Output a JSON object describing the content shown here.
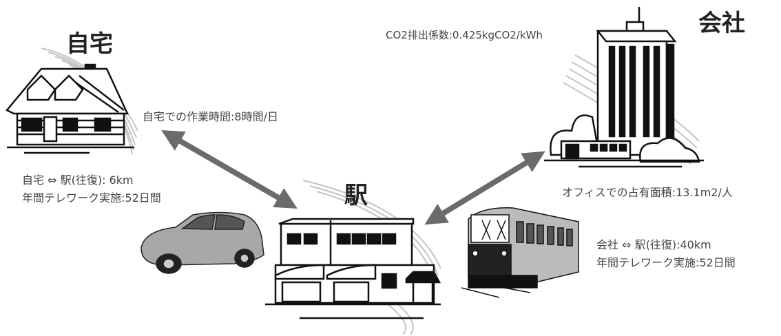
{
  "titles": {
    "home": "自宅",
    "company": "会社",
    "station": "駅"
  },
  "labels": {
    "co2_factor": "CO2排出係数:0.425kgCO2/kWh",
    "home_work_hours": "自宅での作業時間:8時間/日",
    "home_station_distance": "自宅 ⇔ 駅(往復): 6km",
    "home_telework_days": "年間テレワーク実施:52日間",
    "office_area": "オフィスでの占有面積:13.1m2/人",
    "company_station_distance": "会社 ⇔ 駅(往復):40km",
    "company_telework_days": "年間テレワーク実施:52日間"
  },
  "colors": {
    "arrow": "#6b6b6b",
    "ink": "#111111",
    "swoosh": "#bdbdbd"
  }
}
